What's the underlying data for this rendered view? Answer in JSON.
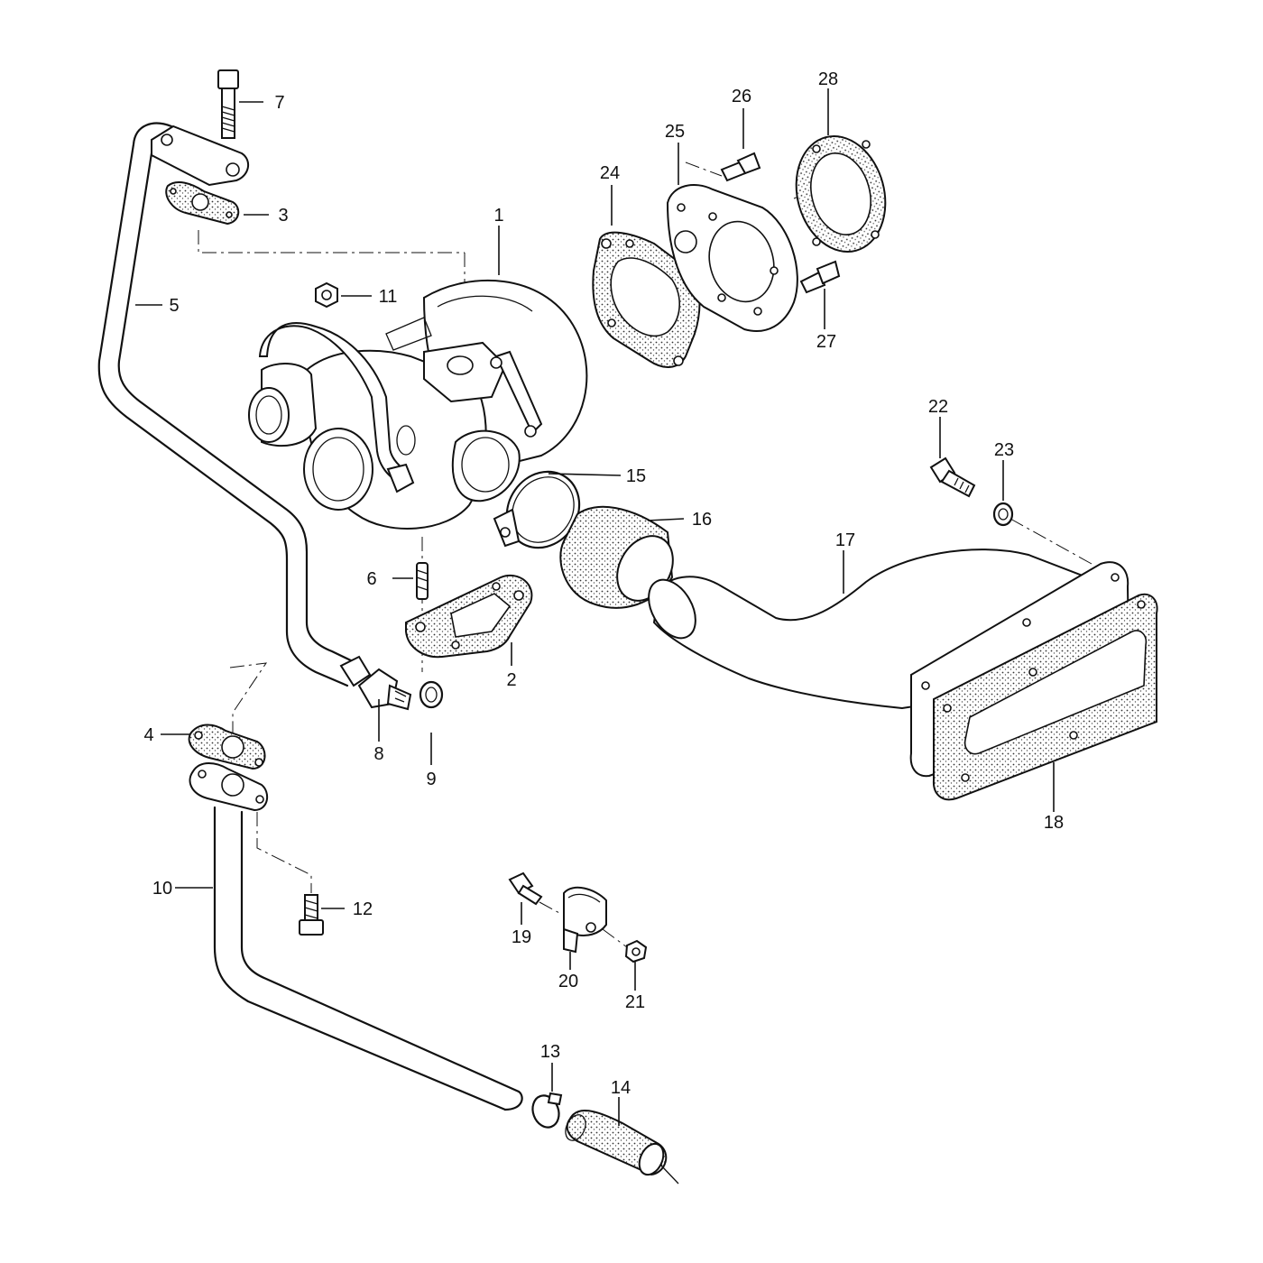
{
  "callouts": [
    {
      "id": "1",
      "text": "1"
    },
    {
      "id": "2",
      "text": "2"
    },
    {
      "id": "3",
      "text": "3"
    },
    {
      "id": "4",
      "text": "4"
    },
    {
      "id": "5",
      "text": "5"
    },
    {
      "id": "6",
      "text": "6"
    },
    {
      "id": "7",
      "text": "7"
    },
    {
      "id": "8",
      "text": "8"
    },
    {
      "id": "9",
      "text": "9"
    },
    {
      "id": "10",
      "text": "10"
    },
    {
      "id": "11",
      "text": "11"
    },
    {
      "id": "12",
      "text": "12"
    },
    {
      "id": "13",
      "text": "13"
    },
    {
      "id": "14",
      "text": "14"
    },
    {
      "id": "15",
      "text": "15"
    },
    {
      "id": "16",
      "text": "16"
    },
    {
      "id": "17",
      "text": "17"
    },
    {
      "id": "18",
      "text": "18"
    },
    {
      "id": "19",
      "text": "19"
    },
    {
      "id": "20",
      "text": "20"
    },
    {
      "id": "21",
      "text": "21"
    },
    {
      "id": "22",
      "text": "22"
    },
    {
      "id": "23",
      "text": "23"
    },
    {
      "id": "24",
      "text": "24"
    },
    {
      "id": "25",
      "text": "25"
    },
    {
      "id": "26",
      "text": "26"
    },
    {
      "id": "27",
      "text": "27"
    },
    {
      "id": "28",
      "text": "28"
    }
  ]
}
